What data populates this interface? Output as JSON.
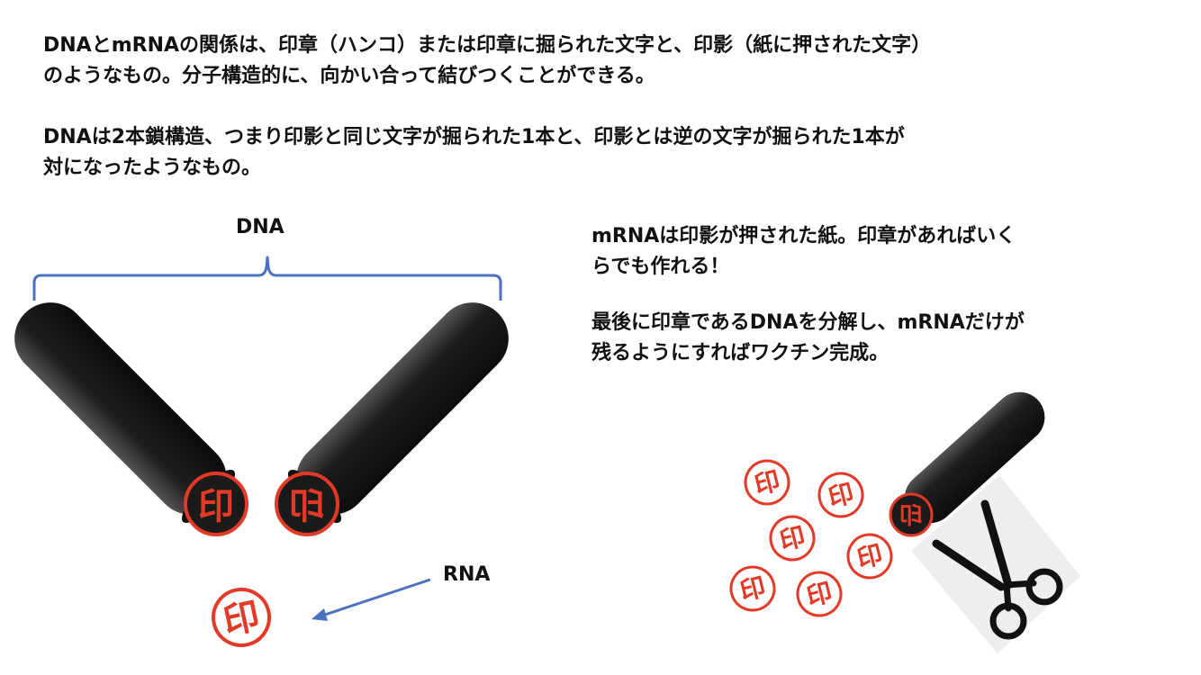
{
  "text": {
    "para1": [
      "DNAとmRNAの関係は、印章（ハンコ）または印章に掘られた文字と、印影（紙に押された文字）",
      "のようなもの。分子構造的に、向かい合って結びつくことができる。"
    ],
    "para2": [
      "DNAは2本鎖構造、つまり印影と同じ文字が掘られた1本と、印影とは逆の文字が掘られた1本が",
      "対になったようなもの。"
    ],
    "para3": [
      "mRNAは印影が押された紙。印章があればいく",
      "らでも作れる！"
    ],
    "para4": [
      "最後に印章であるDNAを分解し、mRNAだけが",
      "残るようにすればワクチン完成。"
    ]
  },
  "labels": {
    "dna": "DNA",
    "rna": "RNA"
  },
  "seal_char": "印",
  "colors": {
    "seal_red": "#e23a26",
    "stamp_body": "#1c1c1c",
    "bracket_blue": "#4a72c0",
    "arrow_blue": "#4a72c0"
  },
  "icons": {
    "scissors": "scissors-icon"
  }
}
